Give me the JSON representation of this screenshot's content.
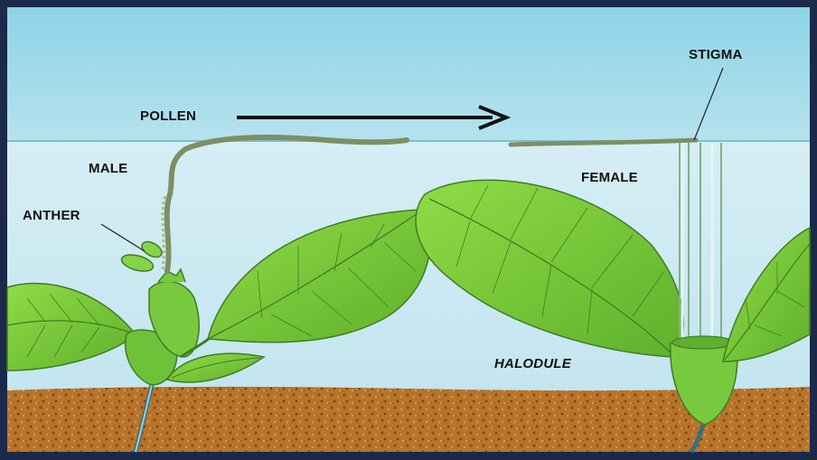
{
  "labels": {
    "pollen": "POLLEN",
    "male": "MALE",
    "anther": "ANTHER",
    "stigma": "STIGMA",
    "female": "FEMALE",
    "halodule": "HALODULE"
  },
  "colors": {
    "border": "#1b2a4a",
    "surface_water": "#a9dceb",
    "water": "#cdeaf2",
    "sediment": "#b9762c",
    "leaf": "#7ccf3a",
    "leaf_vein": "#3f7d22",
    "pollen": "#8a9a6a"
  }
}
